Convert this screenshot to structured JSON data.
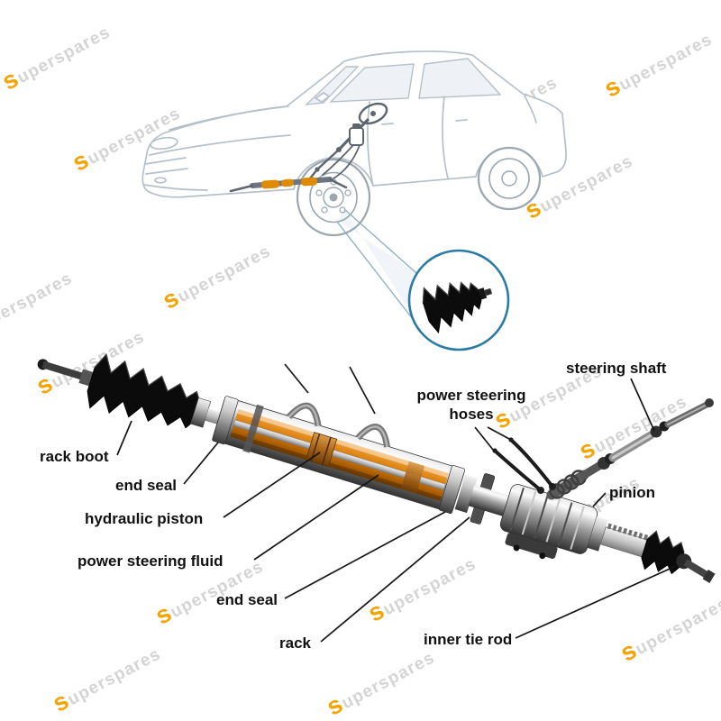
{
  "watermark": {
    "first": "s",
    "rest": "uperspares"
  },
  "colors": {
    "accent_blue": "#2a7ca6",
    "watermark_orange": "#f4a300",
    "watermark_gray": "#d4d4d4",
    "fluid_orange": "#d87a06",
    "label_color": "#111111"
  },
  "labels": {
    "rack_boot": "rack boot",
    "end_seal_left": "end seal",
    "hydraulic_piston": "hydraulic piston",
    "power_steering_fluid": "power steering fluid",
    "end_seal_right": "end seal",
    "rack": "rack",
    "inner_tie_rod": "inner tie rod",
    "pinion": "pinion",
    "steering_shaft": "steering shaft",
    "power_steering_hoses": "power steering hoses"
  }
}
